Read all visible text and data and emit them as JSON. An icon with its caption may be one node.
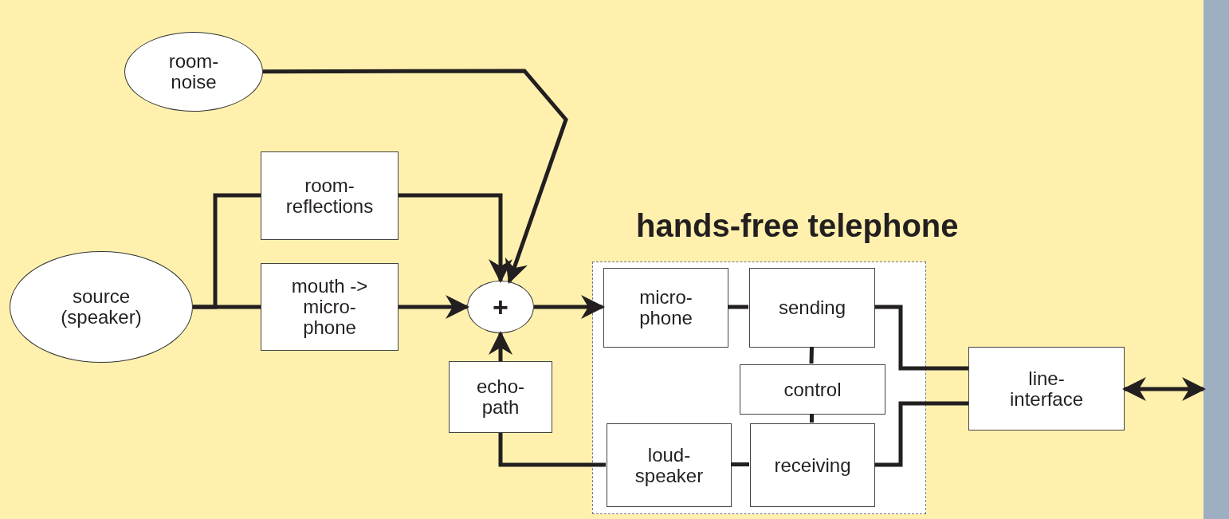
{
  "diagram": {
    "nodes": [
      {
        "text": [
          "room- noise"
        ]
      },
      {
        "text": [
          "source (speaker)"
        ]
      },
      {
        "text": [
          "room- reflections"
        ]
      },
      {
        "text": [
          "mouth -> micro- phone"
        ]
      },
      {
        "text": [
          "+"
        ]
      },
      {
        "text": [
          "echo- path"
        ]
      },
      {
        "text": [
          "hands-free telephone"
        ]
      },
      {
        "text": [
          "micro- phone"
        ],
        "in": 6
      },
      {
        "text": [
          "sending"
        ],
        "in": 6
      },
      {
        "text": [
          "control"
        ],
        "in": 6
      },
      {
        "text": [
          "loud- speaker"
        ],
        "in": 6
      },
      {
        "text": [
          "receiving"
        ],
        "in": 6
      },
      {
        "text": [
          "line- interface"
        ]
      },
      {
        "text": [],
        "shape": "bar"
      }
    ],
    "edges": [
      {
        "from": 0,
        "to": 4,
        "arrow": "to"
      },
      {
        "from": 1,
        "to": 2,
        "arrow": "none"
      },
      {
        "from": 1,
        "to": 3,
        "arrow": "none"
      },
      {
        "from": 2,
        "to": 4,
        "arrow": "to"
      },
      {
        "from": 3,
        "to": 4,
        "arrow": "to"
      },
      {
        "from": 5,
        "to": 4,
        "arrow": "to"
      },
      {
        "from": 4,
        "to": 7,
        "arrow": "to"
      },
      {
        "from": 10,
        "to": 5,
        "arrow": "none"
      },
      {
        "from": 7,
        "to": 8,
        "arrow": "none"
      },
      {
        "from": 8,
        "to": 9,
        "arrow": "none"
      },
      {
        "from": 9,
        "to": 11,
        "arrow": "none"
      },
      {
        "from": 11,
        "to": 10,
        "arrow": "none"
      },
      {
        "from": 8,
        "to": 12,
        "arrow": "none"
      },
      {
        "from": 11,
        "to": 12,
        "arrow": "none"
      },
      {
        "from": 12,
        "to": 13,
        "arrow": "both"
      }
    ]
  }
}
